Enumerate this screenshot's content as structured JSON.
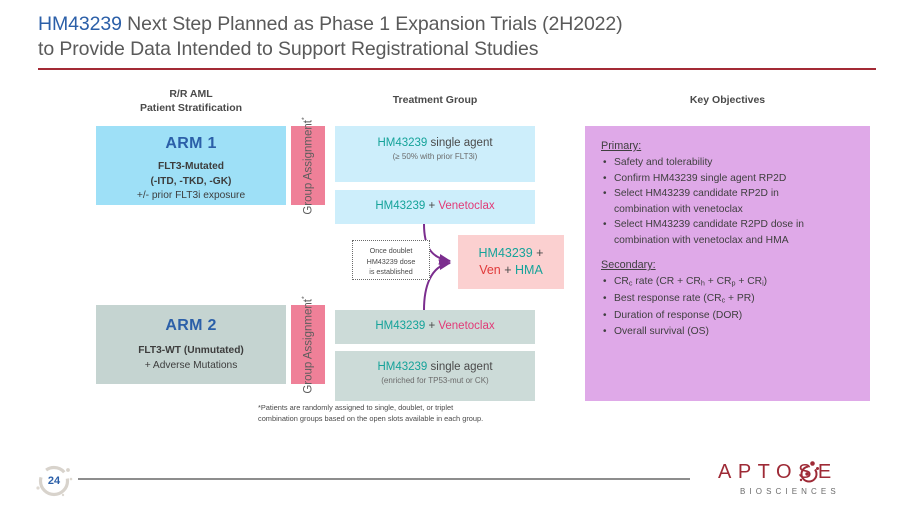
{
  "title": {
    "highlight": "HM43239",
    "line1_rest": " Next Step Planned as Phase 1 Expansion Trials (2H2022)",
    "line2": "to Provide Data Intended to Support Registrational Studies",
    "accent_color": "#2b5fa8",
    "rule_color": "#a32a35"
  },
  "headers": {
    "stratification_l1": "R/R AML",
    "stratification_l2": "Patient Stratification",
    "treatment": "Treatment Group",
    "objectives": "Key Objectives"
  },
  "arms": [
    {
      "name": "ARM 1",
      "sub1": "FLT3-Mutated",
      "sub2": "(-ITD, -TKD, -GK)",
      "sub3": "+/- prior FLT3i exposure",
      "color": "#9ee0f7",
      "assignment_line1": "Group",
      "assignment_line2": "Assignment",
      "assignment_marker": "*"
    },
    {
      "name": "ARM 2",
      "sub1": "FLT3-WT (Unmutated)",
      "sub2": "+ Adverse Mutations",
      "sub3": "",
      "color": "#c5d4d1",
      "assignment_line1": "Group",
      "assignment_line2": "Assignment",
      "assignment_marker": "*"
    }
  ],
  "treatments": {
    "arm1_single_drug": "HM43239",
    "arm1_single_rest": " single agent",
    "arm1_single_note": "(≥ 50% with prior FLT3i)",
    "arm1_doublet_drug": "HM43239",
    "arm1_doublet_plus": " + ",
    "arm1_doublet_combo": "Venetoclax",
    "arm2_doublet_drug": "HM43239",
    "arm2_doublet_plus": " + ",
    "arm2_doublet_combo": "Venetoclax",
    "arm2_single_drug": "HM43239",
    "arm2_single_rest": " single agent",
    "arm2_single_note": "(enriched for TP53-mut or CK)"
  },
  "triplet": {
    "line1_drug": "HM43239",
    "line1_plus": " +",
    "line2_ven": "Ven",
    "line2_plus": " + ",
    "line2_hma": "HMA",
    "bg_color": "#fbd0d0"
  },
  "note": {
    "line1": "Once doublet",
    "line2": "HM43239 dose",
    "line3": "is established"
  },
  "objectives": {
    "bg_color": "#dfa9e8",
    "primary_label": "Primary:",
    "primary_items": [
      "Safety and tolerability",
      "Confirm HM43239 single agent RP2D",
      "Select HM43239 candidate RP2D in",
      "combination with venetoclax",
      "Select HM43239 candidate R2PD dose in",
      "combination with venetoclax and HMA"
    ],
    "secondary_label": "Secondary:",
    "secondary_items": [
      "Best response rate (CRc + PR)",
      "Duration of response (DOR)",
      "Overall survival (OS)"
    ],
    "crc_prefix": "CR",
    "crc_sub": "c",
    "crc_mid": " rate (CR + CR",
    "crc_sub_h": "h",
    "crc_mid2": " + CR",
    "crc_sub_p": "p",
    "crc_mid3": " + CR",
    "crc_sub_i": "i",
    "crc_end": ")",
    "brr_prefix": "Best response rate (CR",
    "brr_sub": "c",
    "brr_end": " + PR)"
  },
  "footnote": {
    "line1": "*Patients are randomly assigned to single, doublet, or triplet",
    "line2": "combination groups based on the open slots available in each group."
  },
  "footer": {
    "page_number": "24",
    "logo_word": "APTOSE",
    "logo_sub": "BIOSCIENCES",
    "logo_color": "#9e2a36"
  },
  "colors": {
    "drug_teal": "#16a39a",
    "venetoclax_pink": "#e23a77",
    "ven_red": "#e03a3a",
    "assignment_pink": "#ef8098",
    "arrow_purple": "#7b2d8e"
  }
}
